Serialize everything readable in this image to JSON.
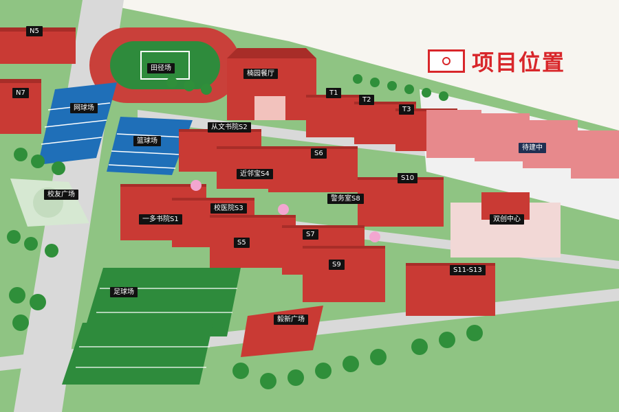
{
  "legend": {
    "title": "项目位置",
    "icon": "location-marker-icon",
    "color": "#d8262a"
  },
  "colors": {
    "roof_red": "#d8262a",
    "building_red": "#c93a34",
    "planned_building": "#e7898c",
    "grass": "#3fa34d",
    "field_green": "#2e8b3c",
    "track_red": "#c9403a",
    "court_blue": "#1f6fb8",
    "label_bg": "#111111",
    "label_planned_bg": "#1f2f52"
  },
  "labels": {
    "n5": "N5",
    "n7": "N7",
    "track": "田径场",
    "canteen": "楠园餐厅",
    "tennis": "网球场",
    "basketball": "篮球场",
    "t1": "T1",
    "t2": "T2",
    "t3": "T3",
    "planned": "待建中",
    "s2": "从文书院S2",
    "s4": "近邻宝S4",
    "s6": "S6",
    "s10": "S10",
    "alumni_square": "校友广场",
    "police": "警务室S8",
    "s3": "校医院S3",
    "s1": "一多书院S1",
    "s7": "S7",
    "s5": "S5",
    "s9": "S9",
    "innovation_center": "双创中心",
    "s11_s13": "S11-S13",
    "football": "足球场",
    "yixin_square": "毅新广场"
  }
}
